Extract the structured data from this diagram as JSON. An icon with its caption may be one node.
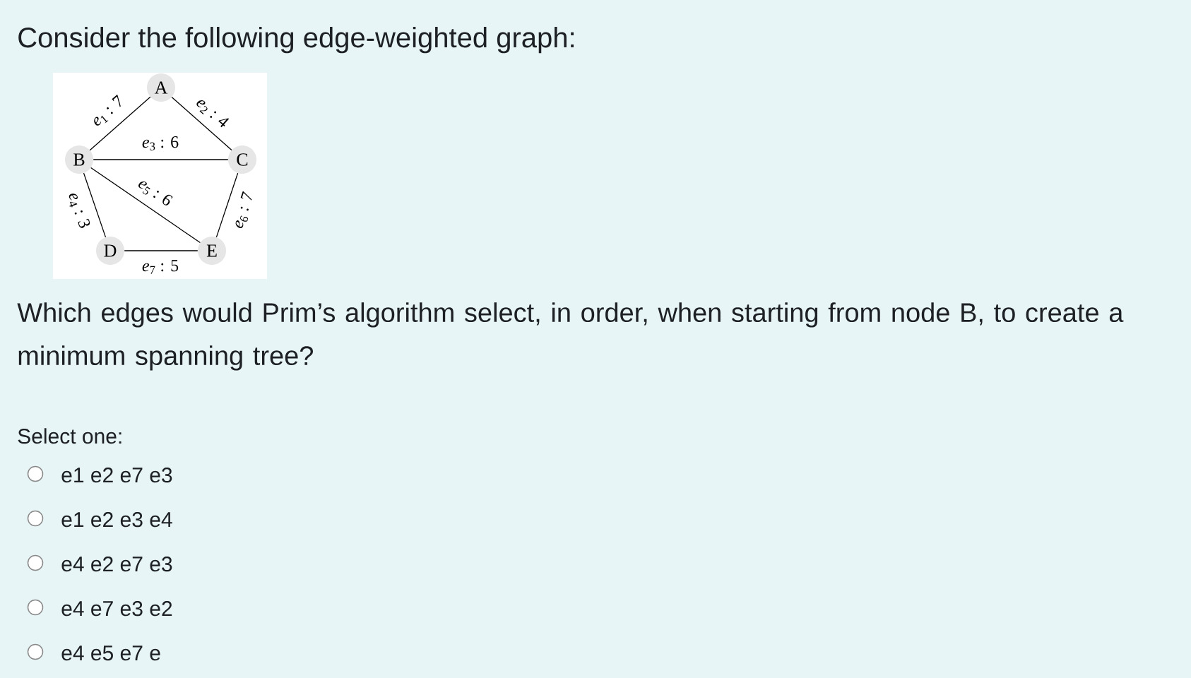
{
  "diagram": {
    "title": "Consider the following edge-weighted graph:",
    "nodes": [
      {
        "text": [
          "A"
        ]
      },
      {
        "text": [
          "B"
        ]
      },
      {
        "text": [
          "C"
        ]
      },
      {
        "text": [
          "D"
        ]
      },
      {
        "text": [
          "E"
        ]
      }
    ],
    "edges": [
      {
        "from": 0,
        "to": 1,
        "arrow": "none",
        "label": "*e*$_{1}$ : 7"
      },
      {
        "from": 0,
        "to": 2,
        "arrow": "none",
        "label": "*e*$_{2}$ : 4"
      },
      {
        "from": 1,
        "to": 2,
        "arrow": "none",
        "label": "*e*$_{3}$ : 6"
      },
      {
        "from": 1,
        "to": 3,
        "arrow": "none",
        "label": "*e*$_{4}$ : 3"
      },
      {
        "from": 1,
        "to": 4,
        "arrow": "none",
        "label": "*e*$_{5}$ : 6"
      },
      {
        "from": 2,
        "to": 4,
        "arrow": "none",
        "label": "*e*$_{6}$ : 7"
      },
      {
        "from": 3,
        "to": 4,
        "arrow": "none",
        "label": "*e*$_{7}$ : 5"
      }
    ],
    "labels": [
      "Which edges would Prim’s algorithm select, in order, when starting from node B, to create a minimum spanning tree?",
      "Select one:",
      "e1 e2 e7 e3",
      "e1 e2 e3 e4",
      "e4 e2 e7 e3",
      "e4 e7 e3 e2",
      "e4 e5 e7 e"
    ]
  }
}
